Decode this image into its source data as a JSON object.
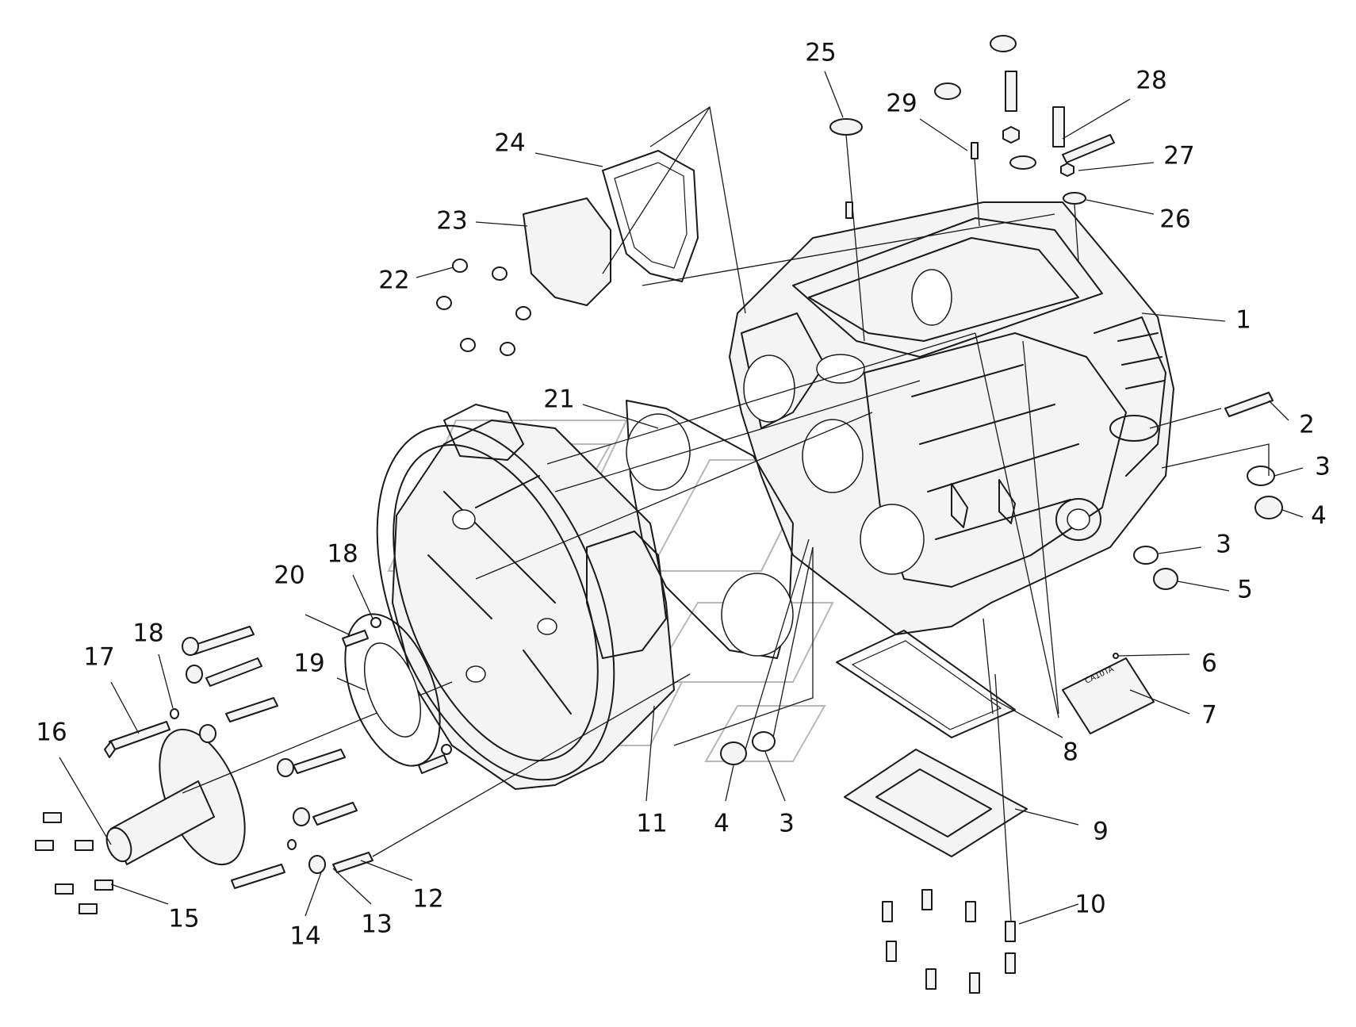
{
  "diagram": {
    "callouts": [
      {
        "label": "25"
      },
      {
        "label": "28"
      },
      {
        "label": "29"
      },
      {
        "label": "27"
      },
      {
        "label": "26"
      },
      {
        "label": "24"
      },
      {
        "label": "23"
      },
      {
        "label": "22"
      },
      {
        "label": "1"
      },
      {
        "label": "21"
      },
      {
        "label": "2"
      },
      {
        "label": "3"
      },
      {
        "label": "4"
      },
      {
        "label": "3"
      },
      {
        "label": "5"
      },
      {
        "label": "18"
      },
      {
        "label": "20"
      },
      {
        "label": "19"
      },
      {
        "label": "18"
      },
      {
        "label": "17"
      },
      {
        "label": "16"
      },
      {
        "label": "6"
      },
      {
        "label": "7"
      },
      {
        "label": "8"
      },
      {
        "label": "11"
      },
      {
        "label": "4"
      },
      {
        "label": "3"
      },
      {
        "label": "9"
      },
      {
        "label": "15"
      },
      {
        "label": "14"
      },
      {
        "label": "13"
      },
      {
        "label": "12"
      },
      {
        "label": "10"
      }
    ],
    "nameplate": {
      "title": "CA10TA"
    }
  }
}
